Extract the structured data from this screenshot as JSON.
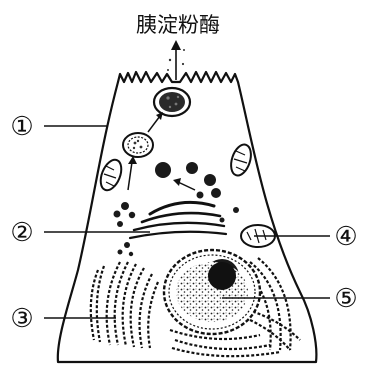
{
  "diagram": {
    "title": "胰淀粉酶",
    "markers": [
      "①",
      "②",
      "③",
      "④",
      "⑤"
    ]
  }
}
